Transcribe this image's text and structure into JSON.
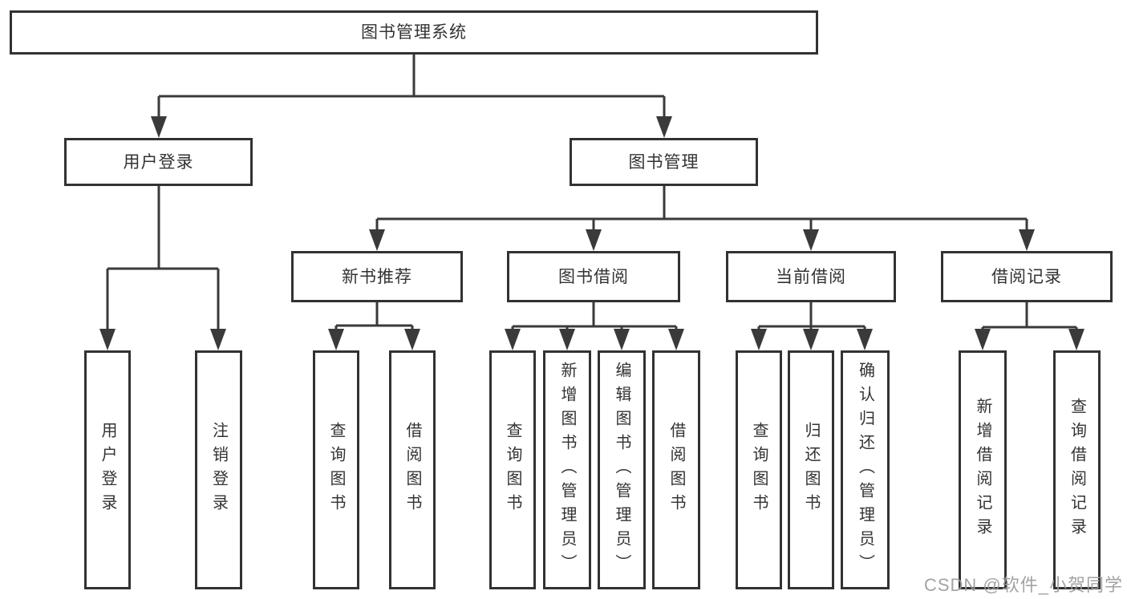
{
  "diagram_title": "图书管理系统",
  "tree": {
    "root": {
      "label": "图书管理系统",
      "children": [
        {
          "label": "用户登录",
          "children": [
            {
              "label": "用户登录"
            },
            {
              "label": "注销登录"
            }
          ]
        },
        {
          "label": "图书管理",
          "children": [
            {
              "label": "新书推荐",
              "children": [
                {
                  "label": "查询图书"
                },
                {
                  "label": "借阅图书"
                }
              ]
            },
            {
              "label": "图书借阅",
              "children": [
                {
                  "label": "查询图书"
                },
                {
                  "label": "新增图书（管理员）"
                },
                {
                  "label": "编辑图书（管理员）"
                },
                {
                  "label": "借阅图书"
                }
              ]
            },
            {
              "label": "当前借阅",
              "children": [
                {
                  "label": "查询图书"
                },
                {
                  "label": "归还图书"
                },
                {
                  "label": "确认归还（管理员）"
                }
              ]
            },
            {
              "label": "借阅记录",
              "children": [
                {
                  "label": "新增借阅记录"
                },
                {
                  "label": "查询借阅记录"
                }
              ]
            }
          ]
        }
      ]
    }
  },
  "watermark": {
    "text": "CSDN @软件_小贺同学"
  },
  "colors": {
    "line": "#3a3a3a",
    "box_border": "#323232",
    "text": "#333333",
    "watermark": "#9c9c9c",
    "background": "#ffffff"
  }
}
